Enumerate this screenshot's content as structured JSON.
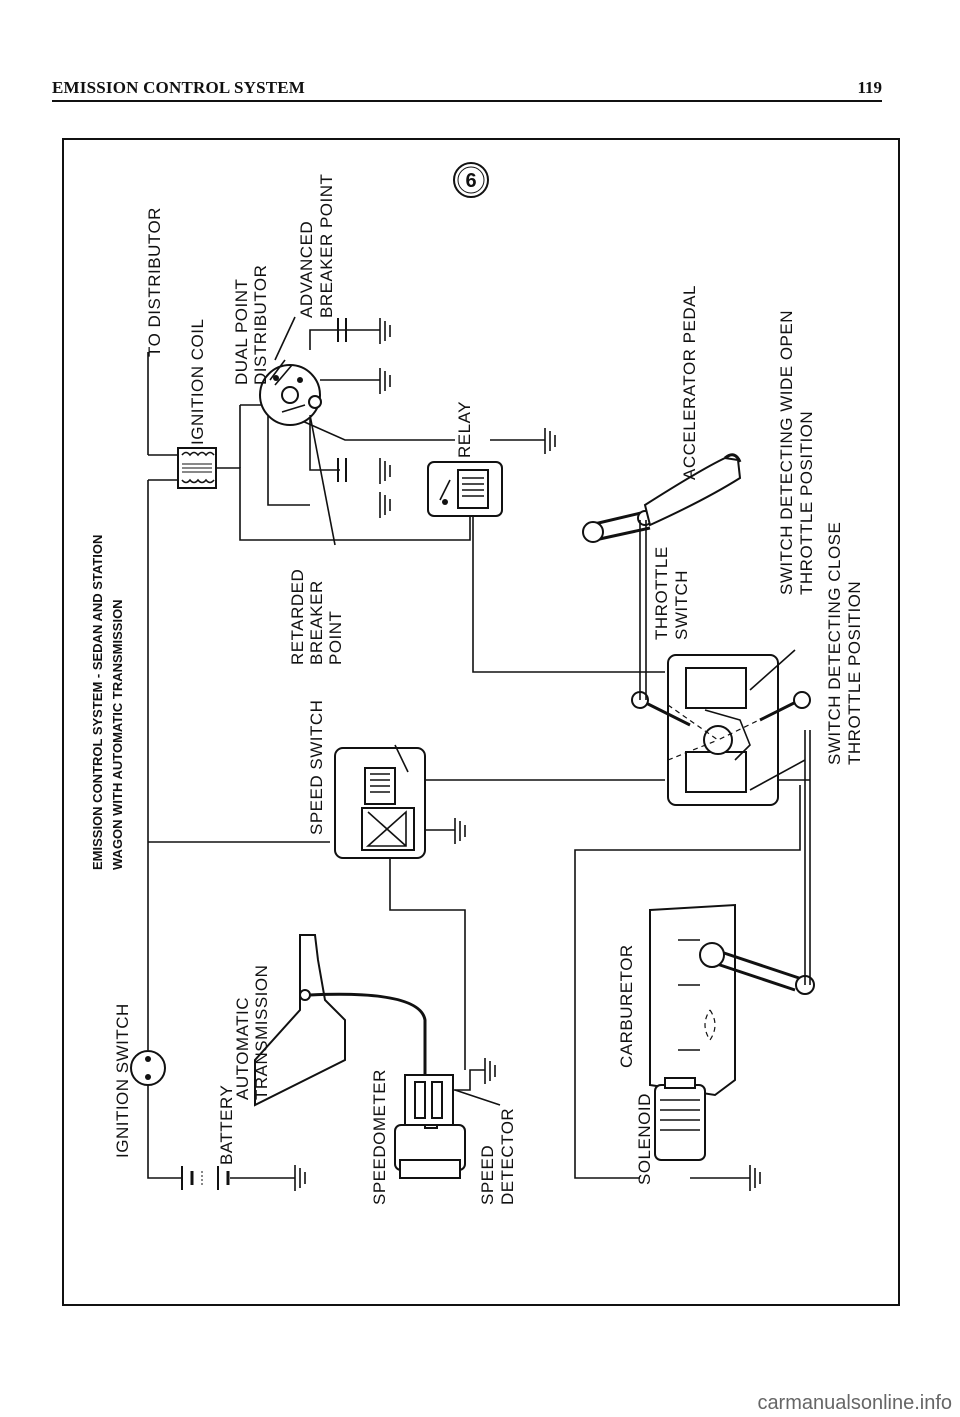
{
  "header": {
    "title": "EMISSION CONTROL SYSTEM",
    "page_number": "119"
  },
  "figure": {
    "number": "6",
    "caption_line1": "EMISSION CONTROL SYSTEM - SEDAN AND STATION",
    "caption_line2": "WAGON WITH AUTOMATIC TRANSMISSION"
  },
  "labels": {
    "to_distributor": "TO DISTRIBUTOR",
    "ignition_coil": "IGNITION COIL",
    "dual_point_1": "DUAL POINT",
    "dual_point_2": "DISTRIBUTOR",
    "advanced_1": "ADVANCED",
    "advanced_2": "BREAKER POINT",
    "relay": "RELAY",
    "accelerator_pedal": "ACCELERATOR PEDAL",
    "switch_wide_1": "SWITCH DETECTING WIDE OPEN",
    "switch_wide_2": "THROTTLE POSITION",
    "switch_close_1": "SWITCH DETECTING CLOSE",
    "switch_close_2": "THROTTLE POSITION",
    "throttle_1": "THROTTLE",
    "throttle_2": "SWITCH",
    "retarded_1": "RETARDED",
    "retarded_2": "BREAKER",
    "retarded_3": "POINT",
    "speed_switch": "SPEED SWITCH",
    "ignition_switch": "IGNITION SWITCH",
    "battery": "BATTERY",
    "auto_trans_1": "AUTOMATIC",
    "auto_trans_2": "TRANSMISSION",
    "speedometer": "SPEEDOMETER",
    "speed_detector_1": "SPEED",
    "speed_detector_2": "DETECTOR",
    "carburetor": "CARBURETOR",
    "solenoid": "SOLENOID"
  },
  "footer": {
    "watermark": "carmanualsonline.info"
  }
}
